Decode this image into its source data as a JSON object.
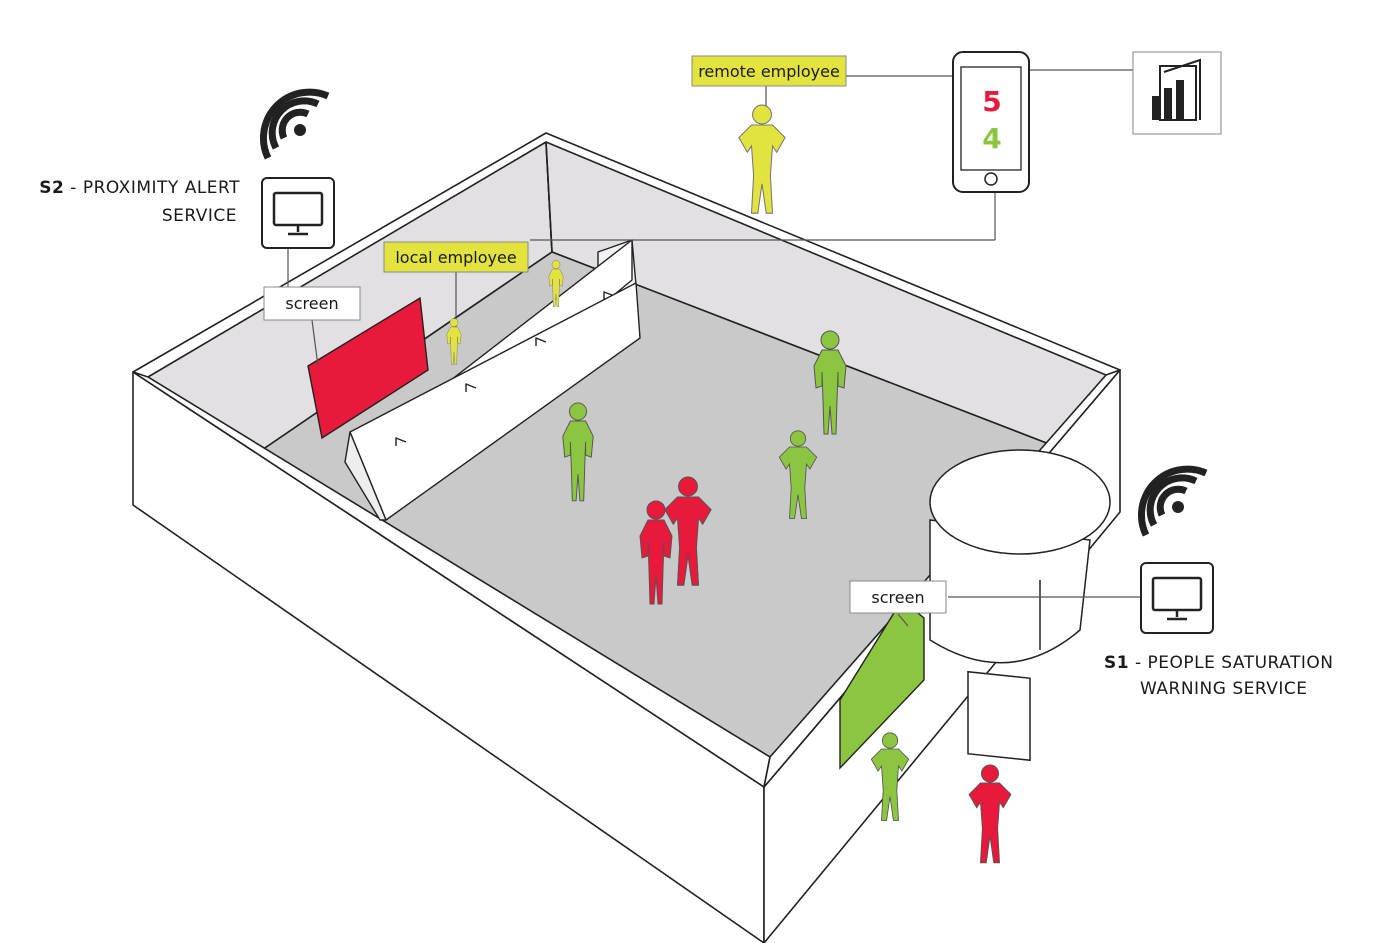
{
  "labels": {
    "remote_employee": "remote employee",
    "local_employee": "local employee",
    "screen_left": "screen",
    "screen_right": "screen"
  },
  "services": {
    "s2": {
      "code": "S2",
      "separator": " - ",
      "line1": "PROXIMITY ALERT",
      "line2": "SERVICE"
    },
    "s1": {
      "code": "S1",
      "separator": " - ",
      "line1": "PEOPLE SATURATION",
      "line2": "WARNING SERVICE"
    }
  },
  "phone": {
    "count_red": "5",
    "count_green": "4"
  },
  "icons": {
    "wifi": "wifi-signal-icon",
    "monitor": "monitor-icon",
    "dashboard": "power-bi-icon",
    "phone": "smartphone-icon"
  },
  "colors": {
    "red": "#e8193a",
    "green": "#8cc53f",
    "yellow": "#e3e340",
    "floor": "#c9c9c9",
    "wall_inner": "#e2e0e2"
  }
}
